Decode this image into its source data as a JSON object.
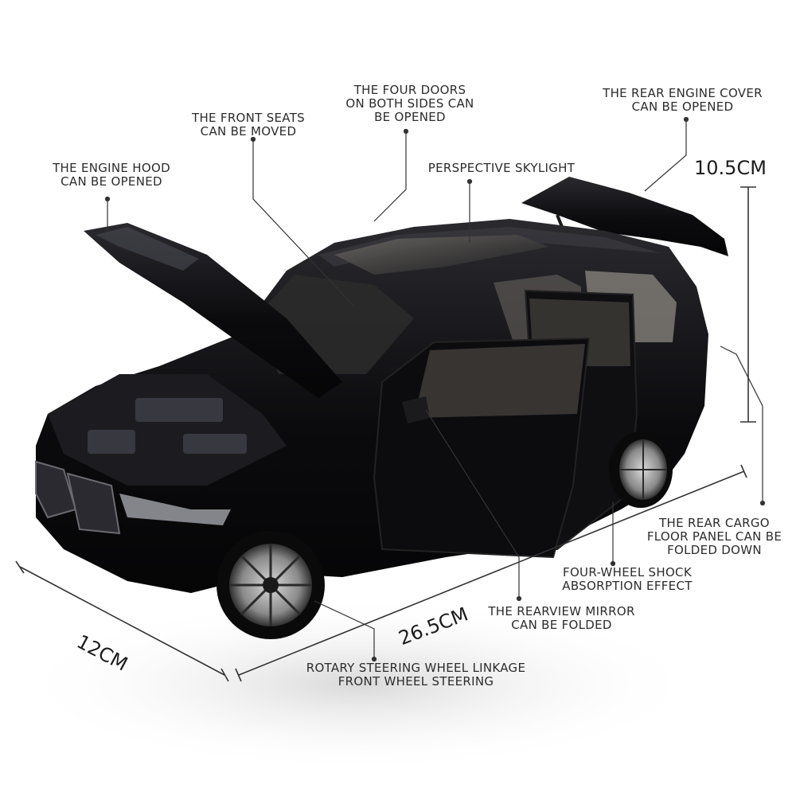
{
  "callouts": {
    "engine_hood": [
      "THE ENGINE HOOD",
      "CAN BE OPENED"
    ],
    "front_seats": [
      "THE FRONT SEATS",
      "CAN BE MOVED"
    ],
    "four_doors": [
      "THE FOUR DOORS",
      "ON BOTH SIDES CAN",
      "BE OPENED"
    ],
    "skylight": [
      "PERSPECTIVE SKYLIGHT"
    ],
    "rear_engine_cover": [
      "THE REAR ENGINE COVER",
      "CAN BE OPENED"
    ],
    "rear_cargo": [
      "THE REAR CARGO",
      "FLOOR PANEL CAN BE",
      "FOLDED DOWN"
    ],
    "shock_absorption": [
      "FOUR-WHEEL SHOCK",
      "ABSORPTION EFFECT"
    ],
    "rearview_mirror": [
      "THE REARVIEW MIRROR",
      "CAN BE FOLDED"
    ],
    "steering": [
      "ROTARY STEERING WHEEL LINKAGE",
      "FRONT WHEEL STEERING"
    ]
  },
  "dimensions": {
    "height": "10.5CM",
    "width": "12CM",
    "length": "26.5CM"
  },
  "colors": {
    "car_body": "#0d0d10",
    "line": "#333333",
    "text": "#2c2c2c"
  }
}
